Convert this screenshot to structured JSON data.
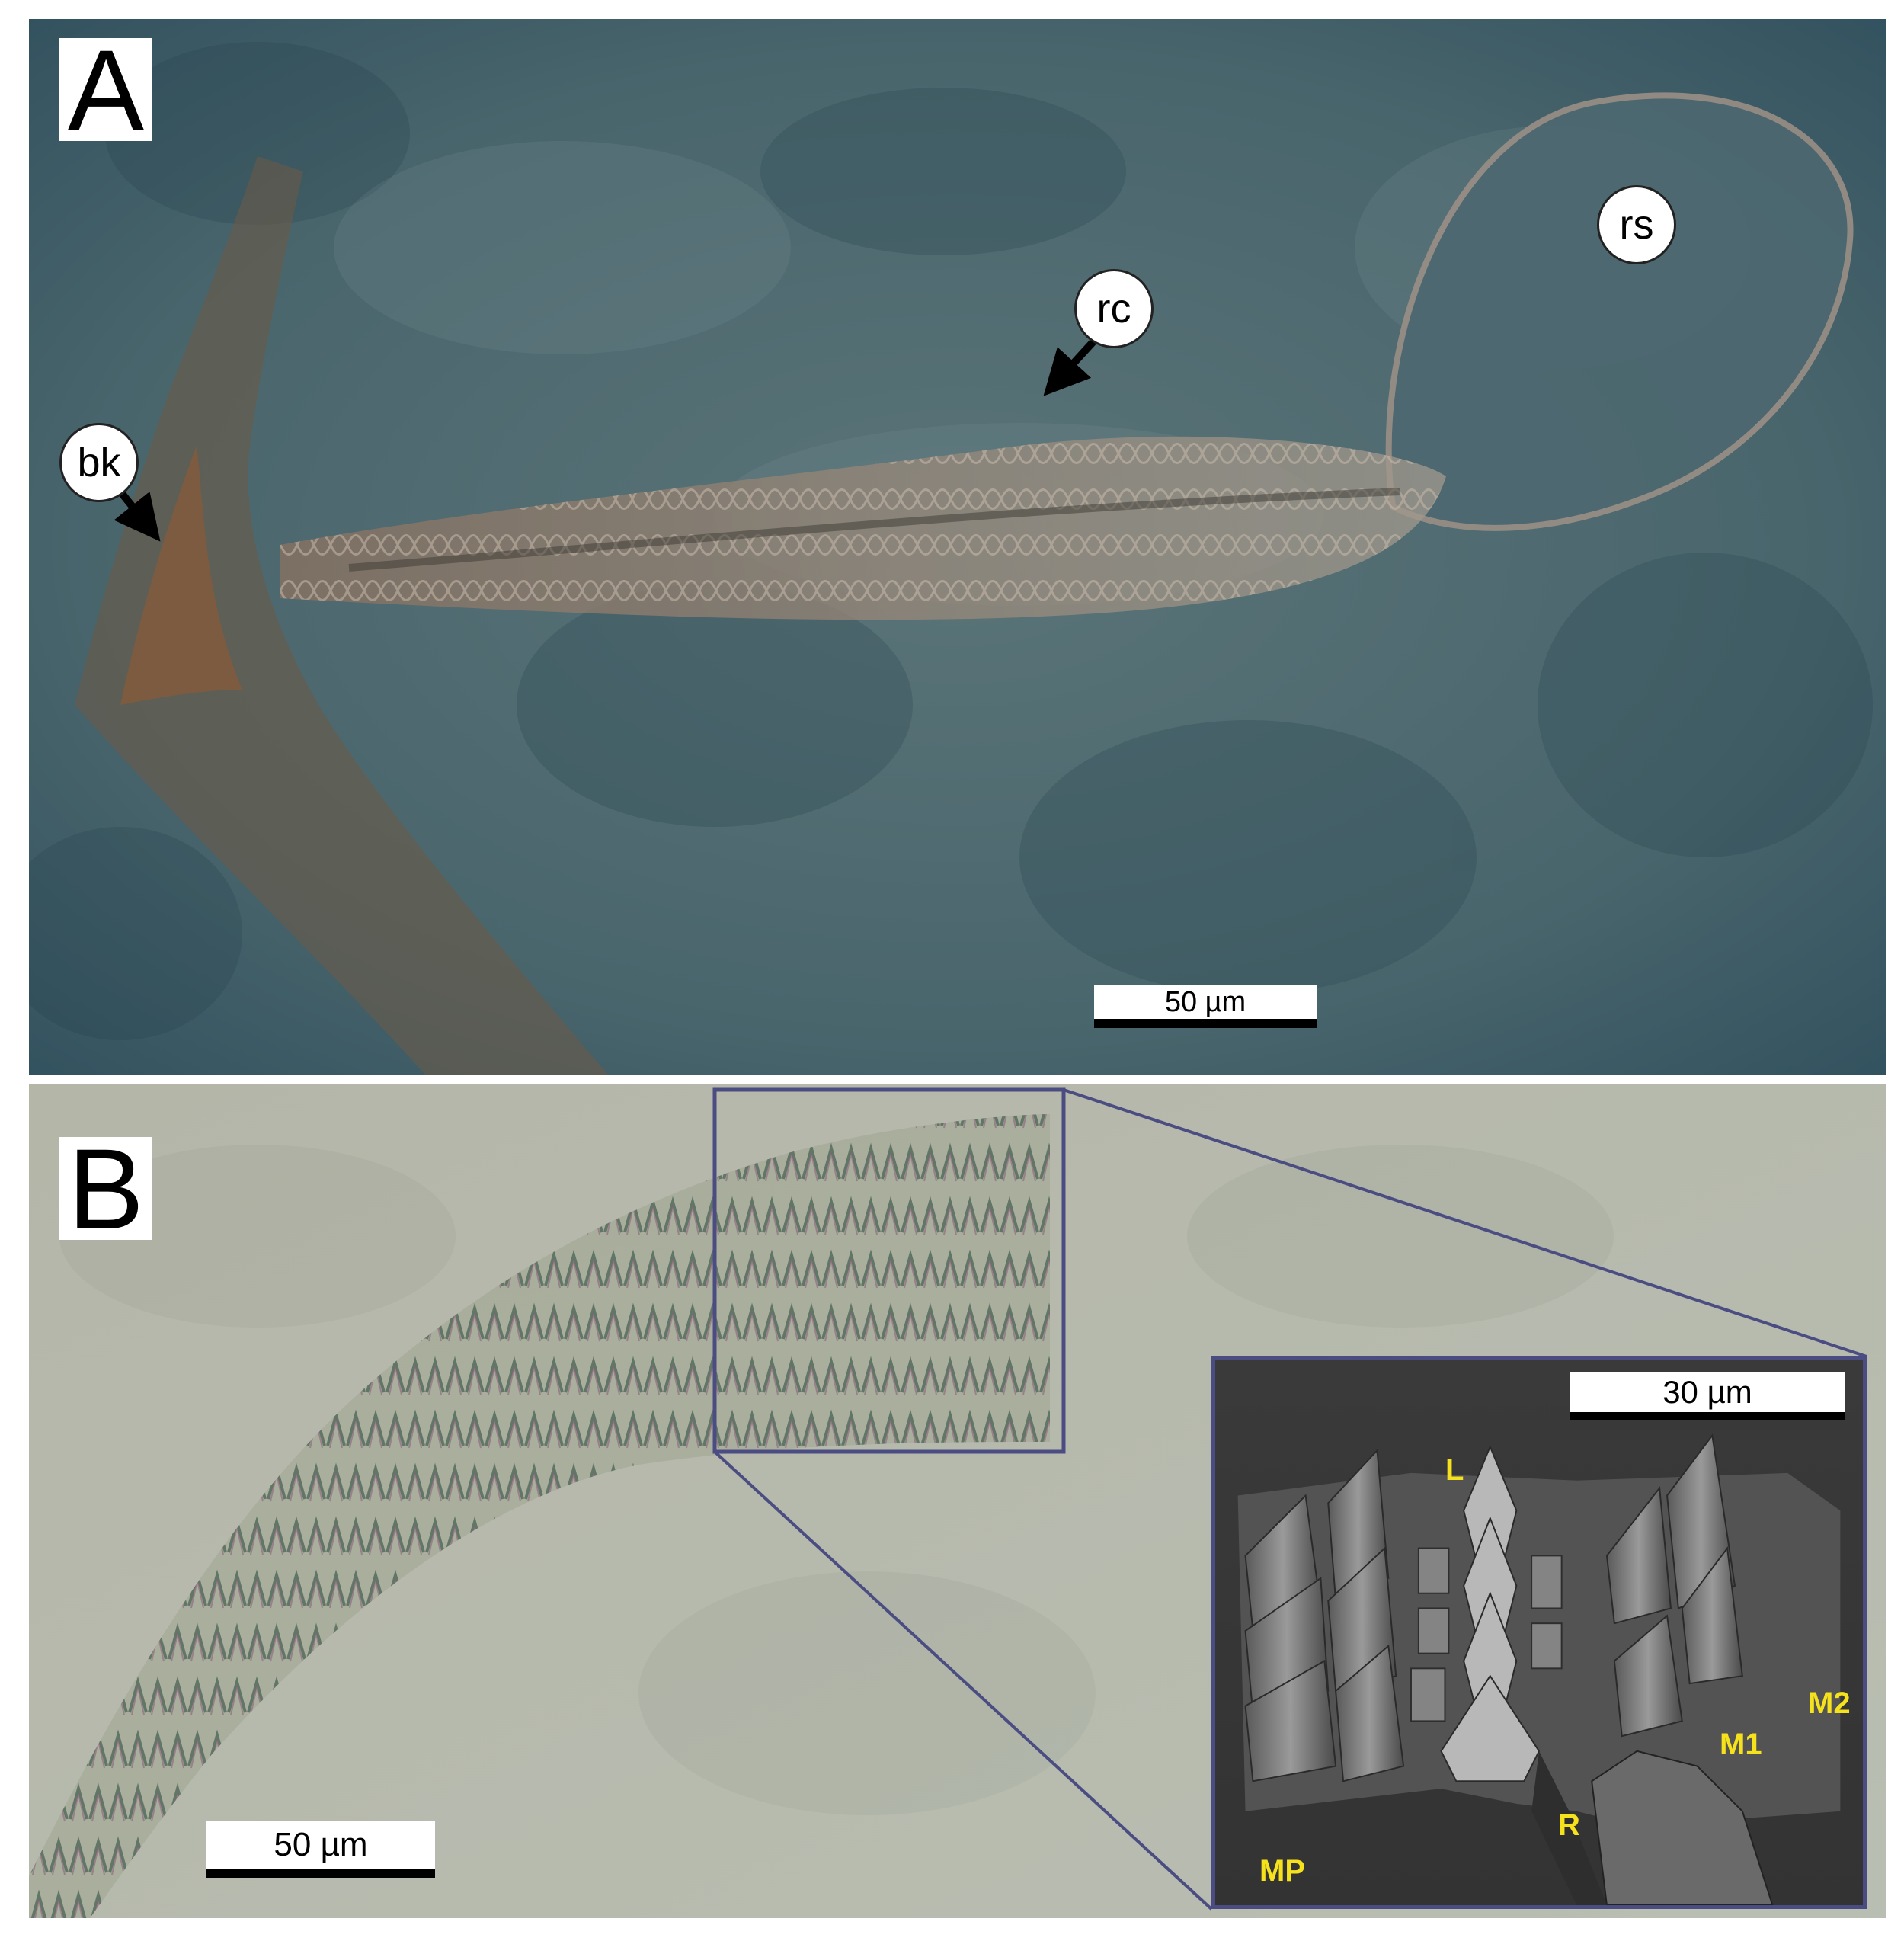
{
  "panel_a": {
    "letter": "A",
    "labels": {
      "bk": "bk",
      "rc": "rc",
      "rs": "rs"
    },
    "scalebar": "50 µm"
  },
  "panel_b": {
    "letter": "B",
    "scalebar": "50 µm",
    "inset": {
      "scalebar": "30 µm",
      "labels": {
        "L": "L",
        "M2": "M2",
        "M1": "M1",
        "R": "R",
        "MP": "MP"
      }
    }
  },
  "colors": {
    "panel_a_background": "#4a6a72",
    "panel_b_background": "#b7bcae",
    "inset_border": "#4b4d82",
    "inset_label": "#f5e21c"
  }
}
